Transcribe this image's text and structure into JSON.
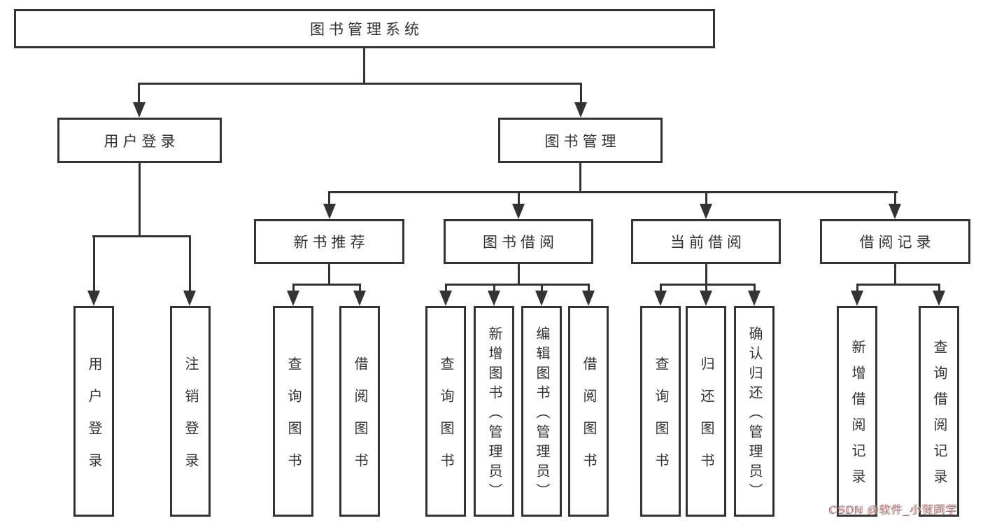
{
  "tree": {
    "root": "图书管理系统",
    "children": [
      {
        "label": "用户登录",
        "leaves": [
          "用户登录",
          "注销登录"
        ]
      },
      {
        "label": "图书管理",
        "groups": [
          {
            "label": "新书推荐",
            "leaves": [
              "查询图书",
              "借阅图书"
            ]
          },
          {
            "label": "图书借阅",
            "leaves": [
              "查询图书",
              "新增图书（管理员）",
              "编辑图书（管理员）",
              "借阅图书"
            ]
          },
          {
            "label": "当前借阅",
            "leaves": [
              "查询图书",
              "归还图书",
              "确认归还（管理员）"
            ]
          },
          {
            "label": "借阅记录",
            "leaves": [
              "新增借阅记录",
              "查询借阅记录"
            ]
          }
        ]
      }
    ]
  },
  "watermark": {
    "text": "CSDN @软件_小贺同学"
  },
  "colors": {
    "line": "#333333",
    "text": "#333333",
    "wm-gray": "#b2b2b2",
    "wm-red": "#d06a6a"
  }
}
